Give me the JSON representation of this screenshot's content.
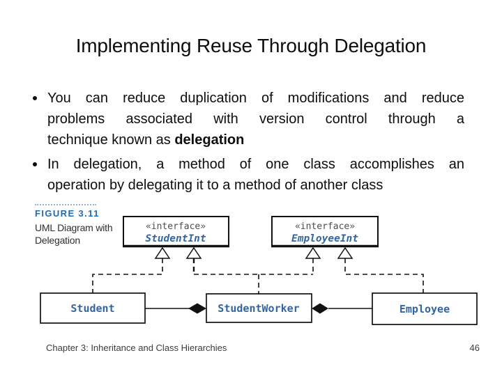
{
  "slide": {
    "title": "Implementing Reuse Through Delegation",
    "bullets": [
      {
        "justified_lines": [
          "You can reduce duplication of modifications and reduce",
          "problems associated with version control through a"
        ],
        "last_line": "technique known as ",
        "last_line_bold": "delegation"
      },
      {
        "justified_lines": [
          "In delegation, a method of one class accomplishes an"
        ],
        "last_line": "operation by delegating it to a method of another class",
        "last_line_bold": ""
      }
    ],
    "figure": {
      "number": "FIGURE 3.11",
      "caption": "UML Diagram with Delegation"
    },
    "footer": {
      "left": "Chapter 3: Inheritance and Class Hierarchies",
      "page": "46"
    }
  },
  "diagram": {
    "interfaces": [
      {
        "stereotype": "«interface»",
        "name": "StudentInt"
      },
      {
        "stereotype": "«interface»",
        "name": "EmployeeInt"
      }
    ],
    "classes": [
      {
        "name": "Student"
      },
      {
        "name": "StudentWorker"
      },
      {
        "name": "Employee"
      }
    ]
  },
  "colors": {
    "figure_label_blue": "#1f6cb0",
    "uml_name_blue": "#3366a1",
    "stereotype_gray": "#4d4d4d",
    "line_black": "#111111"
  }
}
